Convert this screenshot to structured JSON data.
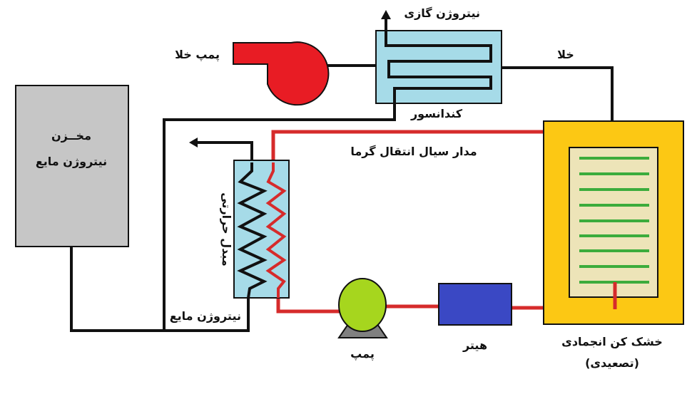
{
  "labels": {
    "tank_line1": "مخــزن",
    "tank_line2": "نیتروژن مایع",
    "gaseous_nitrogen": "نیتروژن گازی",
    "vacuum_pump": "پمپ خلا",
    "vacuum": "خلا",
    "condenser": "کندانسور",
    "heat_fluid_circuit": "مدار سیال انتقال گرما",
    "heat_exchanger": "مبدل حرارتی",
    "liquid_nitrogen": "نیتروژن مایع",
    "pump": "پمپ",
    "heater": "هیتر",
    "freeze_dryer_line1": "خشک کن انجمادی",
    "freeze_dryer_line2": "(تصعیدی)"
  },
  "colors": {
    "nitrogen_line": "#111111",
    "heat_fluid_line": "#d62b2b",
    "tank": "#c6c6c6",
    "condenser": "#a6dbe8",
    "vacuum_pump": "#e81c24",
    "pump": "#a6d61e",
    "heater": "#3a48c4",
    "dryer_outer": "#fcc814",
    "dryer_inner": "#ede4b8",
    "shelves": "#3cac3c"
  }
}
